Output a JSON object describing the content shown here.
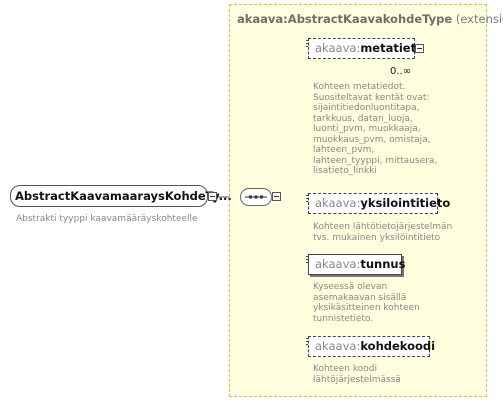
{
  "extension_box": {
    "ns": "akaava:",
    "name": "AbstractKaavakohdeType",
    "suffix": " (extension)"
  },
  "root": {
    "label": "AbstractKaavamaaraysKohdeTy...",
    "description": "Abstrakti tyyppi kaavamääräyskohteelle"
  },
  "elements": [
    {
      "ns": "akaava:",
      "name": "metatieto",
      "occurrence": "0..∞",
      "description": [
        "Kohteen metatiedot.",
        "Suositeltavat kentät ovat:",
        "sijaintitiedonluontitapa,",
        "tarkkuus, datan_luoja,",
        "luonti_pvm, muokkaaja,",
        "muokkaus_pvm, omistaja,",
        "lahteen_pvm,",
        "lahteen_tyyppi, mittausera,",
        "lisatieto_linkki"
      ]
    },
    {
      "ns": "akaava:",
      "name": "yksilointitieto",
      "description": [
        "Kohteen lähtötietojärjestelmän",
        "tvs. mukainen yksilöintitieto"
      ]
    },
    {
      "ns": "akaava:",
      "name": "tunnus",
      "description": [
        "Kyseessä olevan",
        "asemakaavan sisällä",
        "yksikäsitteinen kohteen",
        "tunnistetieto."
      ]
    },
    {
      "ns": "akaava:",
      "name": "kohdekoodi",
      "description": [
        "Kohteen koodi",
        "lähtöjärjestelmässä"
      ]
    }
  ]
}
